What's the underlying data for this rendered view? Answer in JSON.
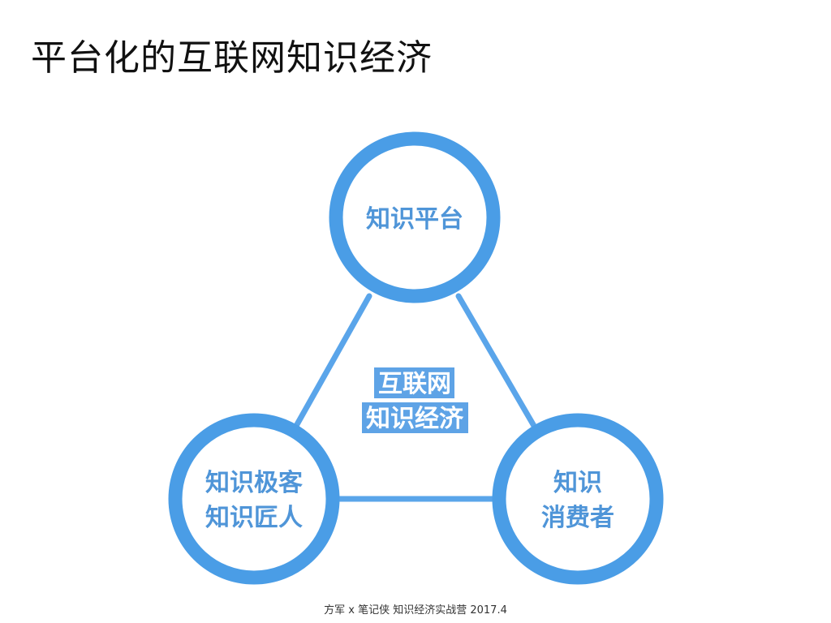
{
  "title": "平台化的互联网知识经济",
  "nodes": {
    "top": {
      "lines": [
        "知识平台"
      ]
    },
    "left": {
      "lines": [
        "知识极客",
        "知识匠人"
      ]
    },
    "right": {
      "lines": [
        "知识",
        "消费者"
      ]
    }
  },
  "center": {
    "lines": [
      "互联网",
      "知识经济"
    ]
  },
  "footer": "方军 x 笔记侠 知识经济实战营 2017.4",
  "colors": {
    "ring": "#4a9de6",
    "connector": "#5aa5ea",
    "node_text": "#4f95d8",
    "center_highlight": "#5ea3e6",
    "center_text": "#ffffff"
  }
}
